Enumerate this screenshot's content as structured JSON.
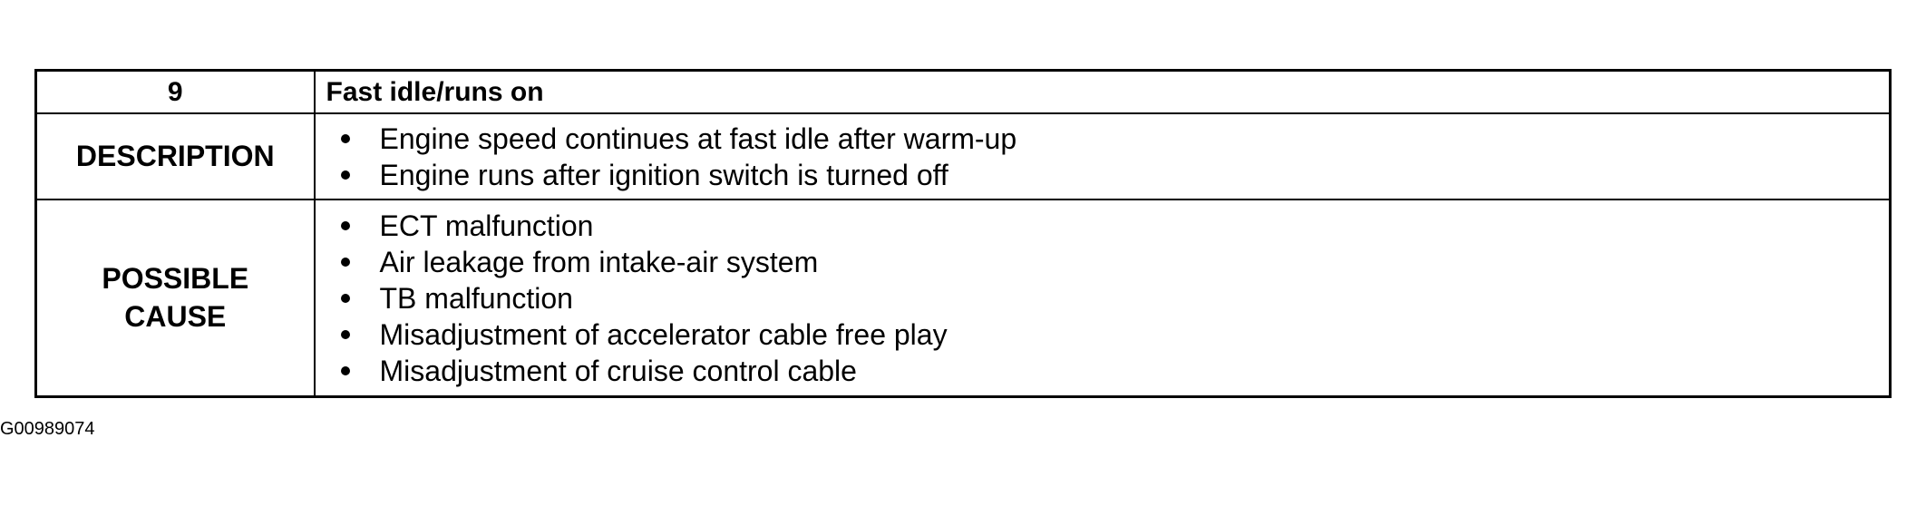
{
  "header": {
    "number": "9",
    "title": "Fast idle/runs on"
  },
  "description": {
    "label": "DESCRIPTION",
    "items": [
      "Engine speed continues at fast idle after warm-up",
      "Engine runs after ignition switch is turned off"
    ]
  },
  "possible_cause": {
    "label_line1": "POSSIBLE",
    "label_line2": "CAUSE",
    "items": [
      "ECT malfunction",
      "Air leakage from intake-air system",
      "TB malfunction",
      "Misadjustment of accelerator cable free play",
      "Misadjustment of cruise control cable"
    ]
  },
  "figure_id": "G00989074"
}
